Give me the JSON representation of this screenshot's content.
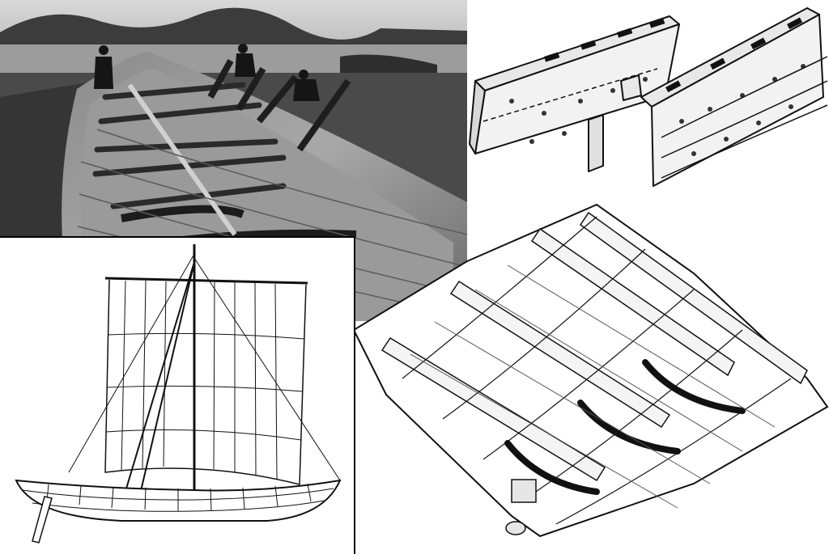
{
  "image": {
    "panels": [
      {
        "name": "boat-construction-photo",
        "kind": "photo"
      },
      {
        "name": "plank-joint-drawing",
        "kind": "line-drawing"
      },
      {
        "name": "hull-cutaway-drawing",
        "kind": "line-drawing"
      },
      {
        "name": "viking-ship-sail-drawing",
        "kind": "line-drawing"
      }
    ],
    "colors": {
      "ink": "#111111",
      "paper": "#ffffff",
      "photo_mid": "#7a7a7a"
    }
  }
}
